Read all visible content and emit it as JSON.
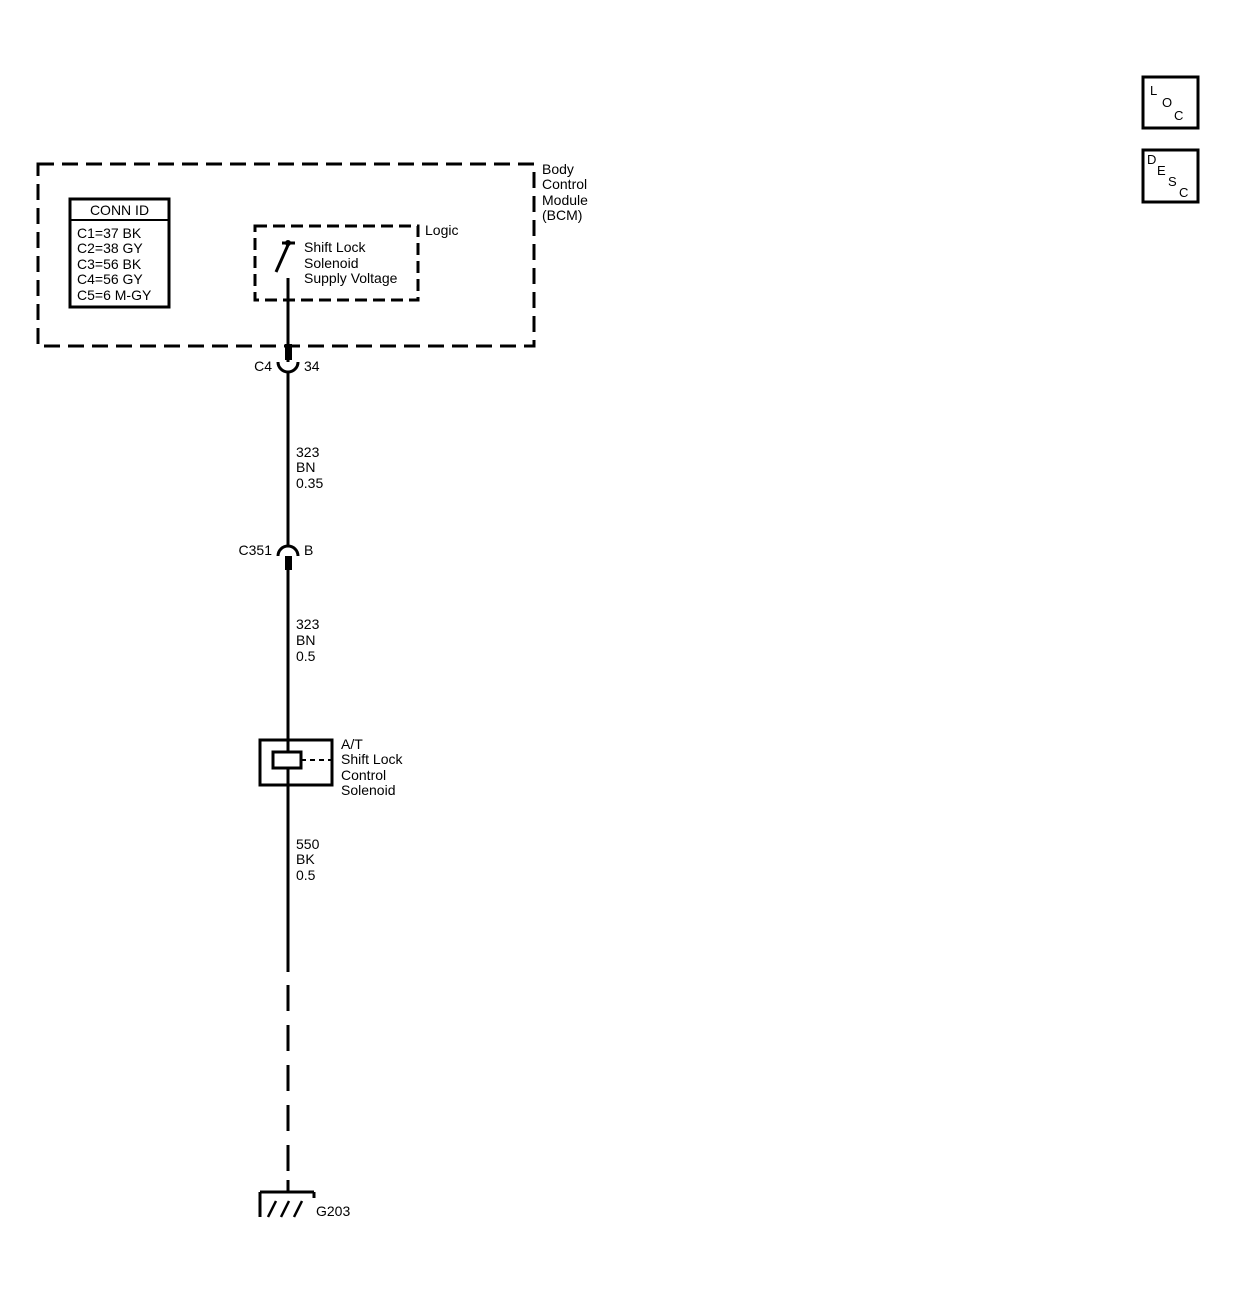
{
  "module": {
    "name_lines": [
      "Body",
      "Control",
      "Module",
      "(BCM)"
    ],
    "conn_id": {
      "title": "CONN ID",
      "rows": [
        "C1=37 BK",
        "C2=38 GY",
        "C3=56 BK",
        "C4=56 GY",
        "C5=6 M-GY"
      ]
    },
    "logic": {
      "label": "Logic",
      "switch_lines": [
        "Shift Lock",
        "Solenoid",
        "Supply Voltage"
      ]
    }
  },
  "connectors": {
    "c4": {
      "id": "C4",
      "pin": "34"
    },
    "c351": {
      "id": "C351",
      "pin": "B"
    }
  },
  "wires": {
    "w1": {
      "circuit": "323",
      "color": "BN",
      "gauge": "0.35"
    },
    "w2": {
      "circuit": "323",
      "color": "BN",
      "gauge": "0.5"
    },
    "w3": {
      "circuit": "550",
      "color": "BK",
      "gauge": "0.5"
    }
  },
  "solenoid": {
    "lines": [
      "A/T",
      "Shift Lock",
      "Control",
      "Solenoid"
    ]
  },
  "ground": {
    "id": "G203"
  },
  "buttons": {
    "loc": {
      "l1": "L",
      "l2": "O",
      "l3": "C"
    },
    "desc": {
      "l1": "D",
      "l2": "E",
      "l3": "S",
      "l4": "C"
    }
  }
}
